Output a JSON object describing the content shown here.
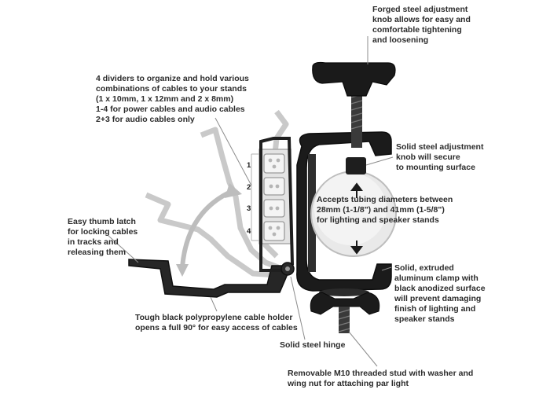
{
  "labels": {
    "forged_knob": "Forged steel adjustment\nknob allows for easy and\ncomfortable tightening\nand loosening",
    "dividers": "4 dividers to organize and hold various\ncombinations of cables to your stands\n(1 x 10mm, 1 x 12mm and 2 x 8mm)\n1-4 for power cables and audio cables\n2+3 for audio cables only",
    "solid_knob": "Solid steel adjustment\nknob will secure\nto mounting surface",
    "tubing": "Accepts tubing diameters between\n28mm (1-1/8\") and 41mm (1-5/8\")\nfor lighting and speaker stands",
    "thumb_latch": "Easy thumb latch\nfor locking cables\nin tracks and\nreleasing them",
    "aluminum_clamp": "Solid, extruded\naluminum clamp with\nblack anodized surface\nwill prevent damaging\nfinish of lighting and\nspeaker stands",
    "cable_holder": "Tough black polypropylene cable holder\nopens a full 90° for easy access of cables",
    "hinge": "Solid steel hinge",
    "stud": "Removable M10 threaded stud with washer and\nwing nut for attaching par light"
  },
  "divider_numbers": [
    "1",
    "2",
    "3",
    "4"
  ],
  "colors": {
    "clamp": "#1c1c1c",
    "ghost_outline": "#c7c7c7",
    "leader_line": "#8c8c8c",
    "text": "#2b2b2b"
  }
}
